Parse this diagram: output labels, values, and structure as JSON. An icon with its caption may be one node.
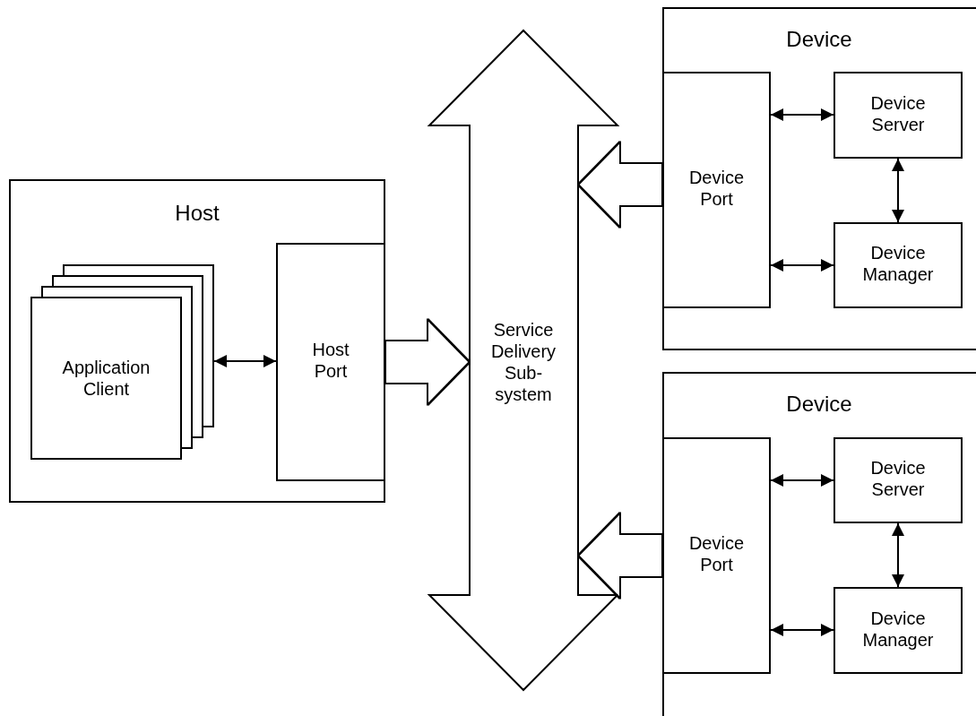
{
  "diagram": {
    "nodes": [
      {
        "text": [
          "Host"
        ]
      },
      {
        "text": [
          "Application Client"
        ],
        "in": 0
      },
      {
        "text": [
          "Host Port"
        ],
        "in": 0
      },
      {
        "text": [
          "Service Delivery Sub-system"
        ]
      },
      {
        "text": [
          "Device"
        ]
      },
      {
        "text": [
          "Device Port"
        ],
        "in": 4
      },
      {
        "text": [
          "Device Server"
        ],
        "in": 4
      },
      {
        "text": [
          "Device Manager"
        ],
        "in": 4
      },
      {
        "text": [
          "Device"
        ]
      },
      {
        "text": [
          "Device Port"
        ],
        "in": 8
      },
      {
        "text": [
          "Device Server"
        ],
        "in": 8
      },
      {
        "text": [
          "Device Manager"
        ],
        "in": 8
      }
    ],
    "edges": [
      {
        "from": 1,
        "to": 2,
        "arrow": "both"
      },
      {
        "from": 2,
        "to": 3,
        "arrow": "to",
        "style": "thick"
      },
      {
        "from": 5,
        "to": 3,
        "arrow": "to",
        "style": "thick"
      },
      {
        "from": 5,
        "to": 6,
        "arrow": "both"
      },
      {
        "from": 5,
        "to": 7,
        "arrow": "both"
      },
      {
        "from": 6,
        "to": 7,
        "arrow": "both"
      },
      {
        "from": 9,
        "to": 3,
        "arrow": "to",
        "style": "thick"
      },
      {
        "from": 9,
        "to": 10,
        "arrow": "both"
      },
      {
        "from": 9,
        "to": 11,
        "arrow": "both"
      },
      {
        "from": 10,
        "to": 11,
        "arrow": "both"
      }
    ]
  }
}
